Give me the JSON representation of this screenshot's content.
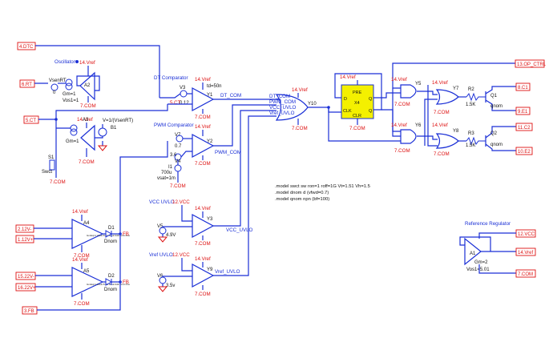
{
  "ports": {
    "dtc": "4.DTC",
    "rt": "6.RT",
    "ct": "5.CT",
    "ext_up1": "2.12V-",
    "ext_dn1": "1.12V+",
    "ext_up2": "15.22V-",
    "ext_dn2": "16.22V+",
    "fb": "3.FB",
    "op_ctrl": "13.OP_CTRL",
    "c1": "8.C1",
    "e1": "9.E1",
    "c2": "11.C2",
    "e2": "10.E2",
    "vcc12": "12.VCC",
    "vref14": "14.Vref",
    "com7": "7.COM"
  },
  "labels": {
    "oscillator": "Oscillator",
    "dt_comparator": "DT Comparator",
    "pwm_comparator": "PWM Comparator",
    "vcc_uvlo": "VCC UVLO",
    "vref_uvlo": "Vref UVLO",
    "reference_regulator": "Reference Regulator",
    "vsenrt": "VsenRT",
    "zero": "0",
    "gm1": "Gm=1",
    "vos1": "Vos1=1",
    "a2": "A2",
    "a3": "A3",
    "gm1b": "Gm=1",
    "b1": "B1",
    "b1_expr": "V=1/(VsenRT)",
    "s1": "S1",
    "swct": "Swct",
    "v3": "V3",
    "v3_val": "0.12",
    "td": "td=50n",
    "y1": "Y1",
    "v7": "V7",
    "v7_val": "0.7",
    "v4": "V4",
    "v4_val": "3.6",
    "y2": "Y2",
    "i1": "I1",
    "i1_val": "700u",
    "vsat": "vsat=1m",
    "a4": "A4",
    "a5": "A5",
    "d1": "D1",
    "d2": "D2",
    "dnom": "Dnom",
    "fb_tag": "FB",
    "dt_com": "DT_COM",
    "pwm_com": "PWM_COM",
    "vcc_uvlo_net": "VCC_UVLO",
    "vref_uvlo_net": "Vref_UVLO",
    "y10": "Y10",
    "x4": "X4",
    "pre": "PRE",
    "clr": "CLR",
    "d_pin": "D",
    "clk_pin": "CLK",
    "q_pin": "Q",
    "qb_pin": "Q",
    "y5": "Y5",
    "y6": "Y6",
    "y7": "Y7",
    "y8": "Y8",
    "r2": "R2",
    "r2_val": "1.5K",
    "r3": "R3",
    "r3_val": "1.5K",
    "q1": "Q1",
    "q2": "Q2",
    "qnom": "qnom",
    "v5": "V5",
    "v5_val": "4.9V",
    "v6": "V6",
    "v6_val": "3.5v",
    "v_y3": "Y3",
    "v_y9": "Y9",
    "a1": "A1",
    "gm2": "Gm=2",
    "vos5": "Vos1=5.01",
    "vref_net": "14.Vref",
    "com_net": "7.COM",
    "vcc_net": "12.VCC",
    "tiny_a4": "GmEq=1 Vos1=5.01 Rout=10k Gm=1ms",
    "tiny_a5": "GmEq=1 Vos1=5.01 Rout=10k Gm=1ms"
  },
  "models": {
    "line1": ".model swct sw ron=1 roff=1G Vt=1.51 Vh=1.5",
    "line2": ".model dnom d (vfwd=0.7)",
    "line3": ".model qnom npn (bf=100)"
  }
}
